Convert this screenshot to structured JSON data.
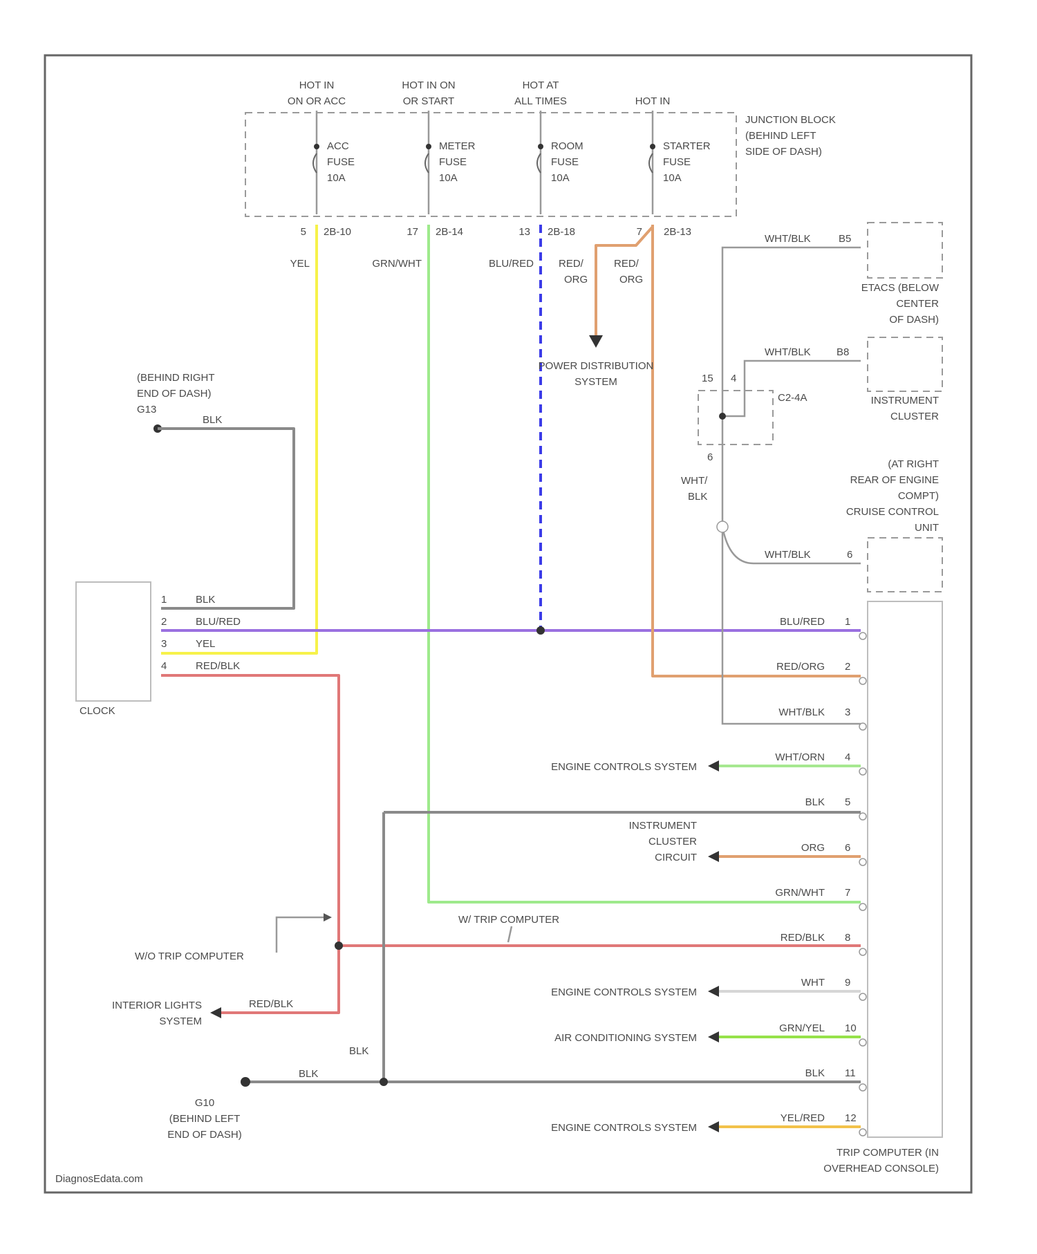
{
  "fuses": [
    {
      "hot": [
        "HOT IN",
        "ON OR ACC"
      ],
      "name": [
        "ACC",
        "FUSE",
        "10A"
      ],
      "pin": "5",
      "conn": "2B-10",
      "wire": "YEL"
    },
    {
      "hot": [
        "HOT IN ON",
        "OR START"
      ],
      "name": [
        "METER",
        "FUSE",
        "10A"
      ],
      "pin": "17",
      "conn": "2B-14",
      "wire": "GRN/WHT"
    },
    {
      "hot": [
        "HOT AT",
        "ALL TIMES"
      ],
      "name": [
        "ROOM",
        "FUSE",
        "10A"
      ],
      "pin": "13",
      "conn": "2B-18",
      "wire": "BLU/RED"
    },
    {
      "hot": [
        "",
        "HOT IN"
      ],
      "name": [
        "STARTER",
        "FUSE",
        "10A"
      ],
      "pin": "7",
      "conn": "2B-13",
      "wire": "RED/ORG"
    }
  ],
  "junction_block": [
    "JUNCTION BLOCK",
    "(BEHIND LEFT",
    "SIDE OF DASH)"
  ],
  "red_org_label": [
    "RED/",
    "ORG"
  ],
  "power_distribution": [
    "POWER DISTRIBUTION",
    "SYSTEM"
  ],
  "ground_g13": {
    "lines": [
      "(BEHIND RIGHT",
      "END OF DASH)",
      "G13"
    ],
    "wire": "BLK"
  },
  "clock": {
    "label": "CLOCK",
    "pins": [
      {
        "pin": "1",
        "wire": "BLK"
      },
      {
        "pin": "2",
        "wire": "BLU/RED"
      },
      {
        "pin": "3",
        "wire": "YEL"
      },
      {
        "pin": "4",
        "wire": "RED/BLK"
      }
    ]
  },
  "etacs": {
    "wire": "WHT/BLK",
    "pin": "B5",
    "lines": [
      "ETACS (BELOW",
      "CENTER",
      "OF DASH)"
    ]
  },
  "instrument_cluster": {
    "wire": "WHT/BLK",
    "pin": "B8",
    "lines": [
      "INSTRUMENT",
      "CLUSTER"
    ]
  },
  "splice": {
    "pin_a": "15",
    "pin_b": "4",
    "conn": "C2-4A",
    "pin_c": "6"
  },
  "wht_blk_vertical": [
    "WHT/",
    "BLK"
  ],
  "cruise_control": {
    "wire": "WHT/BLK",
    "pin": "6",
    "lines": [
      "(AT RIGHT",
      "REAR OF ENGINE",
      "COMPT)",
      "CRUISE CONTROL",
      "UNIT"
    ]
  },
  "trip_computer": {
    "lines": [
      "TRIP COMPUTER (IN",
      "OVERHEAD CONSOLE)"
    ],
    "pins": [
      {
        "pin": "1",
        "wire": "BLU/RED",
        "dest": []
      },
      {
        "pin": "2",
        "wire": "RED/ORG",
        "dest": []
      },
      {
        "pin": "3",
        "wire": "WHT/BLK",
        "dest": []
      },
      {
        "pin": "4",
        "wire": "WHT/ORN",
        "dest": [
          "ENGINE CONTROLS SYSTEM"
        ]
      },
      {
        "pin": "5",
        "wire": "BLK",
        "dest": []
      },
      {
        "pin": "6",
        "wire": "ORG",
        "dest": [
          "INSTRUMENT",
          "CLUSTER",
          "CIRCUIT"
        ]
      },
      {
        "pin": "7",
        "wire": "GRN/WHT",
        "dest": []
      },
      {
        "pin": "8",
        "wire": "RED/BLK",
        "dest": []
      },
      {
        "pin": "9",
        "wire": "WHT",
        "dest": [
          "ENGINE CONTROLS SYSTEM"
        ]
      },
      {
        "pin": "10",
        "wire": "GRN/YEL",
        "dest": [
          "AIR CONDITIONING SYSTEM"
        ]
      },
      {
        "pin": "11",
        "wire": "BLK",
        "dest": []
      },
      {
        "pin": "12",
        "wire": "YEL/RED",
        "dest": [
          "ENGINE CONTROLS SYSTEM"
        ]
      }
    ]
  },
  "w_trip_computer": "W/ TRIP COMPUTER",
  "wo_trip_computer": "W/O TRIP COMPUTER",
  "interior_lights": {
    "lines": [
      "INTERIOR LIGHTS",
      "SYSTEM"
    ],
    "wire": "RED/BLK"
  },
  "ground_g10": {
    "lines": [
      "G10",
      "(BEHIND LEFT",
      "END OF DASH)"
    ],
    "wire_vertical": "BLK",
    "wire_horizontal": "BLK"
  },
  "watermark": "DiagnosEdata.com",
  "colors": {
    "yellow": "#f7f24a",
    "green": "#9eea8c",
    "blue": "#3c3ce8",
    "orange": "#e0a070",
    "purple": "#9a70e0",
    "red": "#e07878",
    "gray": "#8a8a8a",
    "pale": "#d6d6d6",
    "lime": "#96e24a",
    "gold": "#f2c24a",
    "light_green": "#a6e890"
  }
}
